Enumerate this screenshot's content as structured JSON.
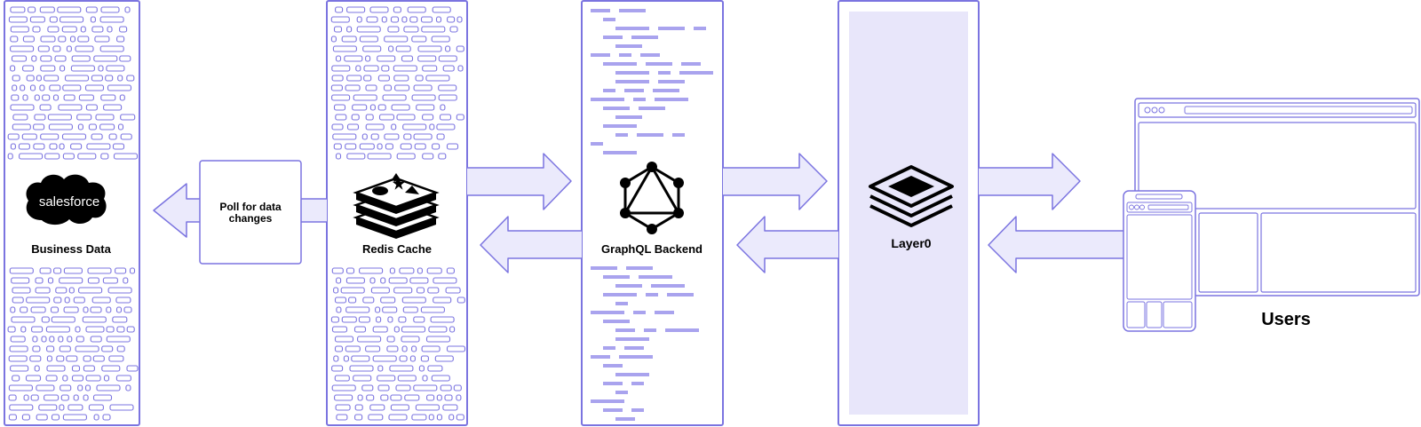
{
  "labels": {
    "business_data": "Business Data",
    "salesforce_logo": "salesforce",
    "poll": "Poll for data changes",
    "redis": "Redis Cache",
    "graphql": "GraphQL Backend",
    "layer0": "Layer0",
    "users": "Users"
  },
  "icons": {
    "salesforce": "salesforce-cloud-logo",
    "redis": "redis-stack-icon",
    "graphql": "graphql-icon",
    "layer0": "layer0-stack-icon",
    "desktop": "desktop-browser-icon",
    "mobile": "mobile-browser-icon"
  },
  "colors": {
    "stroke": "#7b74e0",
    "arrow_fill": "#ebeafc",
    "layer0_fill": "#e8e6fa",
    "code_bar": "#a9a3ee",
    "salesforce_blue": "#000000"
  }
}
